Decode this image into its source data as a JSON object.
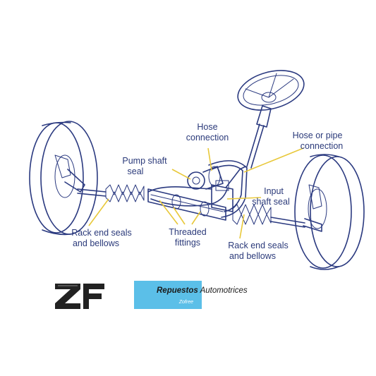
{
  "labels": {
    "hose_connection": [
      "Hose",
      "connection"
    ],
    "hose_pipe_connection": [
      "Hose or pipe",
      "connection"
    ],
    "pump_shaft_seal": [
      "Pump shaft",
      "seal"
    ],
    "input_shaft_seal": [
      "Input",
      "shaft seal"
    ],
    "rack_end_left": [
      "Rack end seals",
      "and bellows"
    ],
    "threaded_fittings": [
      "Threaded",
      "fittings"
    ],
    "rack_end_right": [
      "Rack end seals",
      "and bellows"
    ]
  },
  "logo": {
    "mark": "ZF",
    "name_bold": "Repuestos",
    "name_rest": " Automotrices",
    "sub": "Zofree"
  },
  "colors": {
    "line": "#2b3a80",
    "text": "#2b3a7a",
    "leader": "#e8c83a",
    "logo_band": "#5bbfe8"
  }
}
